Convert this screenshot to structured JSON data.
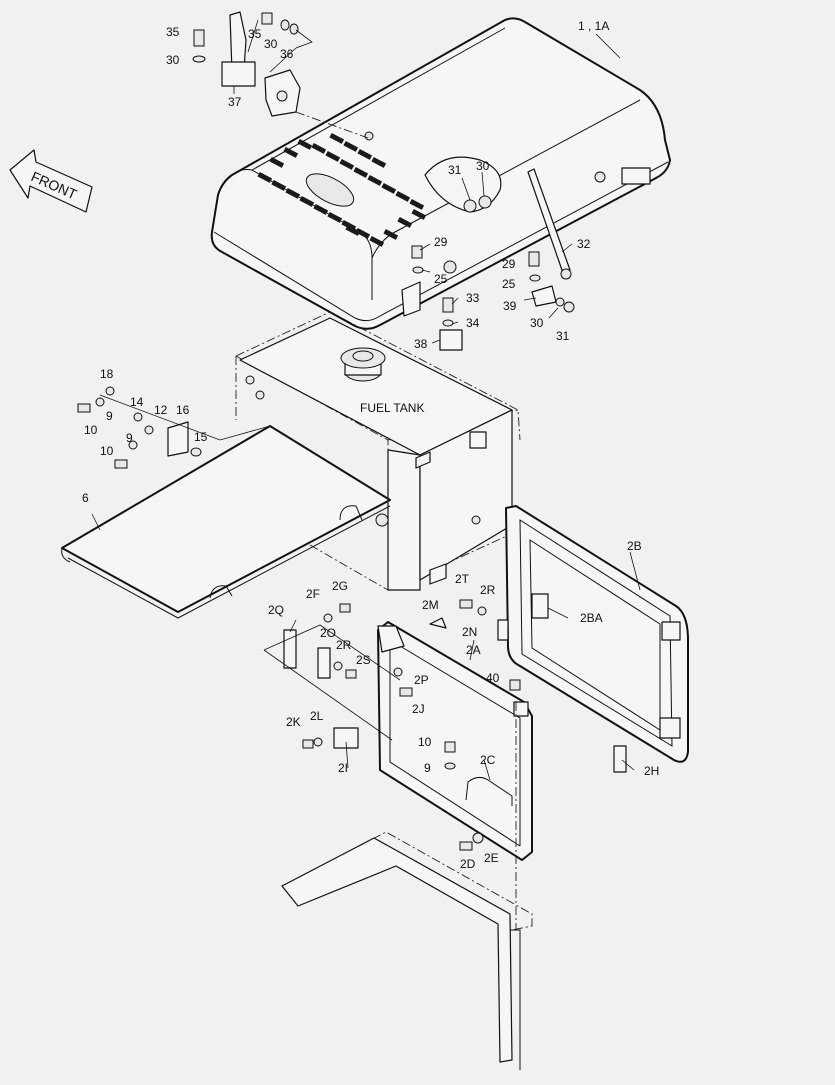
{
  "diagram": {
    "fuel_tank_label": "FUEL TANK",
    "front_label": "FRONT",
    "callouts": [
      {
        "id": "c-1-1a",
        "text": "1 , 1A"
      },
      {
        "id": "c-35a",
        "text": "35"
      },
      {
        "id": "c-30a",
        "text": "30"
      },
      {
        "id": "c-35b",
        "text": "35"
      },
      {
        "id": "c-30b",
        "text": "30"
      },
      {
        "id": "c-36",
        "text": "36"
      },
      {
        "id": "c-37",
        "text": "37"
      },
      {
        "id": "c-31a",
        "text": "31"
      },
      {
        "id": "c-30c",
        "text": "30"
      },
      {
        "id": "c-32",
        "text": "32"
      },
      {
        "id": "c-29a",
        "text": "29"
      },
      {
        "id": "c-25a",
        "text": "25"
      },
      {
        "id": "c-29b",
        "text": "29"
      },
      {
        "id": "c-25b",
        "text": "25"
      },
      {
        "id": "c-33",
        "text": "33"
      },
      {
        "id": "c-34",
        "text": "34"
      },
      {
        "id": "c-39",
        "text": "39"
      },
      {
        "id": "c-30d",
        "text": "30"
      },
      {
        "id": "c-31b",
        "text": "31"
      },
      {
        "id": "c-38",
        "text": "38"
      },
      {
        "id": "c-18",
        "text": "18"
      },
      {
        "id": "c-9a",
        "text": "9"
      },
      {
        "id": "c-10a",
        "text": "10"
      },
      {
        "id": "c-14",
        "text": "14"
      },
      {
        "id": "c-12",
        "text": "12"
      },
      {
        "id": "c-16",
        "text": "16"
      },
      {
        "id": "c-15",
        "text": "15"
      },
      {
        "id": "c-9b",
        "text": "9"
      },
      {
        "id": "c-10b",
        "text": "10"
      },
      {
        "id": "c-6",
        "text": "6"
      },
      {
        "id": "c-2b",
        "text": "2B"
      },
      {
        "id": "c-2ba",
        "text": "2BA"
      },
      {
        "id": "c-2t",
        "text": "2T"
      },
      {
        "id": "c-2r-a",
        "text": "2R"
      },
      {
        "id": "c-2n",
        "text": "2N"
      },
      {
        "id": "c-2m",
        "text": "2M"
      },
      {
        "id": "c-2a",
        "text": "2A"
      },
      {
        "id": "c-2g",
        "text": "2G"
      },
      {
        "id": "c-2f",
        "text": "2F"
      },
      {
        "id": "c-2q",
        "text": "2Q"
      },
      {
        "id": "c-2o",
        "text": "2O"
      },
      {
        "id": "c-2r-b",
        "text": "2R"
      },
      {
        "id": "c-2s",
        "text": "2S"
      },
      {
        "id": "c-2p",
        "text": "2P"
      },
      {
        "id": "c-2j",
        "text": "2J"
      },
      {
        "id": "c-40",
        "text": "40"
      },
      {
        "id": "c-2k",
        "text": "2K"
      },
      {
        "id": "c-2l",
        "text": "2L"
      },
      {
        "id": "c-2i",
        "text": "2I"
      },
      {
        "id": "c-10c",
        "text": "10"
      },
      {
        "id": "c-9c",
        "text": "9"
      },
      {
        "id": "c-2c",
        "text": "2C"
      },
      {
        "id": "c-2h",
        "text": "2H"
      },
      {
        "id": "c-2d",
        "text": "2D"
      },
      {
        "id": "c-2e",
        "text": "2E"
      }
    ]
  }
}
